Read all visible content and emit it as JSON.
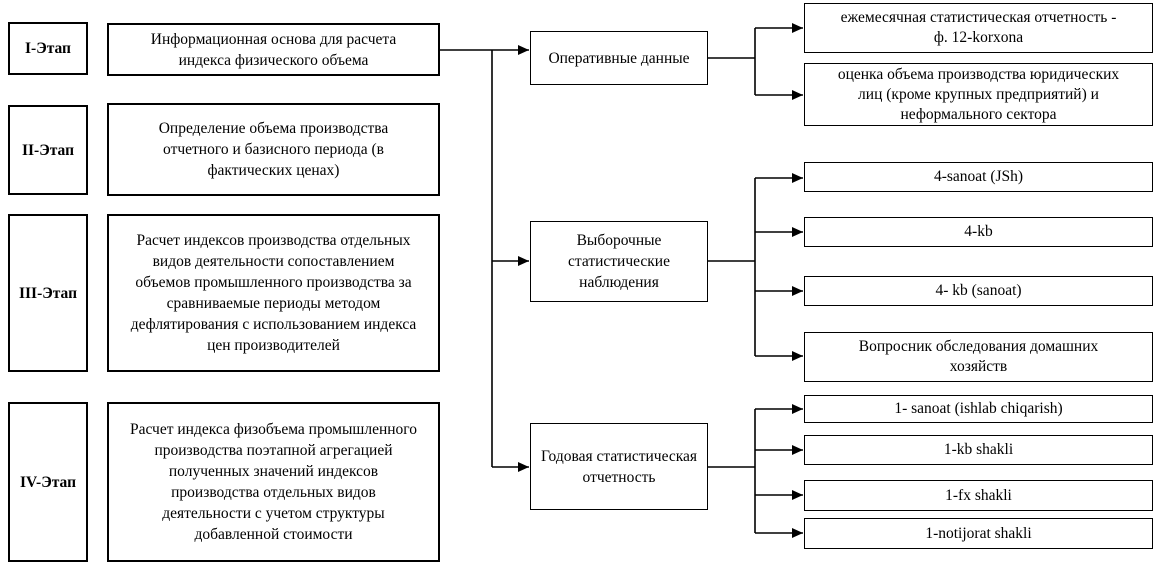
{
  "stages": [
    {
      "label": "I-Этап",
      "description": "Информационная основа для расчета индекса физического объема"
    },
    {
      "label": "II-Этап",
      "description": "Определение объема производства отчетного и базисного периода (в фактических ценах)"
    },
    {
      "label": "III-Этап",
      "description": "Расчет индексов производства отдельных видов деятельности сопоставлением объемов промышленного производства за сравниваемые периоды методом дефлятирования с использованием индекса цен производителей"
    },
    {
      "label": "IV-Этап",
      "description": "Расчет индекса физобъема промышленного производства поэтапной агрегацией полученных значений индексов производства отдельных видов деятельности с учетом структуры добавленной стоимости"
    }
  ],
  "data_sources": [
    {
      "category": "Оперативные данные",
      "items": [
        "ежемесячная статистическая отчетность - ф. 12-korxona",
        "оценка объема производства юридических лиц (кроме крупных предприятий) и неформального сектора"
      ]
    },
    {
      "category": "Выборочные статистические наблюдения",
      "items": [
        "4-sanoat (JSh)",
        "4-kb",
        "4- kb (sanoat)",
        "Вопросник обследования домашних хозяйств"
      ]
    },
    {
      "category": "Годовая статистическая отчетность",
      "items": [
        "1- sanoat (ishlab chiqarish)",
        "1-kb shakli",
        "1-fx shakli",
        "1-notijorat shakli"
      ]
    }
  ],
  "colors": {
    "border": "#000000",
    "background": "#ffffff",
    "text": "#000000"
  }
}
